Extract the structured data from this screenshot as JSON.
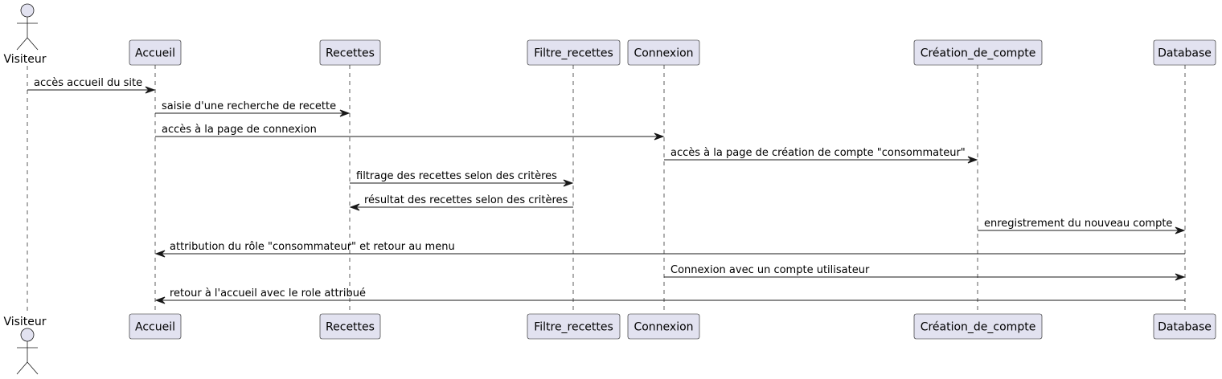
{
  "participants": [
    {
      "id": "visiteur",
      "name": "Visiteur",
      "kind": "actor"
    },
    {
      "id": "accueil",
      "name": "Accueil",
      "kind": "participant"
    },
    {
      "id": "recettes",
      "name": "Recettes",
      "kind": "participant"
    },
    {
      "id": "filtre",
      "name": "Filtre_recettes",
      "kind": "participant"
    },
    {
      "id": "connexion",
      "name": "Connexion",
      "kind": "participant"
    },
    {
      "id": "creation",
      "name": "Création_de_compte",
      "kind": "participant"
    },
    {
      "id": "database",
      "name": "Database",
      "kind": "participant"
    }
  ],
  "messages": [
    {
      "from": "visiteur",
      "to": "accueil",
      "label": "accès accueil du site"
    },
    {
      "from": "accueil",
      "to": "recettes",
      "label": "saisie d'une recherche de recette"
    },
    {
      "from": "accueil",
      "to": "connexion",
      "label": "accès à la page de connexion"
    },
    {
      "from": "connexion",
      "to": "creation",
      "label": "accès à la page de création de compte \"consommateur\""
    },
    {
      "from": "recettes",
      "to": "filtre",
      "label": "filtrage des recettes selon des critères"
    },
    {
      "from": "filtre",
      "to": "recettes",
      "label": "résultat des recettes selon des critères"
    },
    {
      "from": "creation",
      "to": "database",
      "label": "enregistrement du nouveau compte"
    },
    {
      "from": "database",
      "to": "accueil",
      "label": "attribution du rôle \"consommateur\" et retour au menu"
    },
    {
      "from": "connexion",
      "to": "database",
      "label": "Connexion avec un compte utilisateur"
    },
    {
      "from": "database",
      "to": "accueil",
      "label": "retour à l'accueil avec le role attribué"
    }
  ]
}
